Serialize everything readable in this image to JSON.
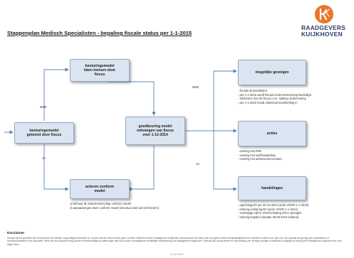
{
  "title": "Stappenplan Medisch Specialisten - bepaling fiscale status per 1-1-2015",
  "logo": {
    "line1": "RAADGEVERS",
    "line2": "KUIJKHOVEN",
    "color": "#e8762b"
  },
  "nodes": {
    "start": "besturingsmodel\ngetoetst door fiscus",
    "toetsen": "besturingsmodel\nlaten toetsen door\nfiscus",
    "goedkeuring": "goedkeuring model\nontvangen van fiscus\nvoor      1-12-2014",
    "acteren": "acteren conform\nmodel",
    "gevolgen": "mogelijke gevolgen",
    "acties": "acties",
    "handelingen": "handelingen"
  },
  "edge_labels": {
    "nee_left": "NEE",
    "ja_left": "JA",
    "nee_right": "NEE",
    "ja_right": "JA"
  },
  "acteren_notes": [
    "1) behoud IB ondernemerschap conform model",
    "2) aanpassingen doen conform model (structuur dan wel rechtsvorm)"
  ],
  "gevolgen_notes": [
    "- fiscaal niemandsland",
    "- per 1-1-2015 wordt fiscaal ondernemerschap beëindigd",
    "- afrekenen met de fiscus i.v.m. staking onderneming",
    "- per 1-1-2015 houdt zakenhuis boekhefting in"
  ],
  "acties_notes": [
    "- overleg met RvB",
    "- overleg met staf/maatschap",
    "- overleg met adviseur/accountant"
  ],
  "handelingen_notes": [
    "- oprichting BV per 30-12-2014 (actie VOOR 1-1-2015)",
    "- inbreng verkaring BV (actie VOOR 1-1-2014)",
    "- voorlopige cijfers 2015/schatting 2014 opvragen",
    "- inbreng bepalen (situatie 30-06-2014 leidend)"
  ],
  "disclaimer_title": "Disclaimer",
  "disclaimer_text": "Hoewel bij het opstellen van dit document de uiterste zorgvuldigheid betracht is, kunnen aan de inhoud ervan geen rechten ontleend worden. Raadgevers Kuijkhoven aanvaardt om die reden dan ook geen enkele aansprakelijkheid voor schade in welke vorm dan ook, die ontstaat als gevolg van onjuistheden of onvolkomenheden in dit document. Niets van dit document mag worden verveelvoudigd op welke wijze dan ook zonder voorafgaande schriftelijke toestemming van Raadgevers Kuijkhoven. Gebruik van dit document ter beoordeling van de eigen situatie is uitsluitend mogelijk na overleg met Raadgevers Kuijkhoven en voor eigen risico.",
  "footer": "21-10-2014",
  "colors": {
    "box_fill": "#dbe5f1",
    "box_border": "#8fa8c6",
    "arrow": "#5b84b8"
  }
}
